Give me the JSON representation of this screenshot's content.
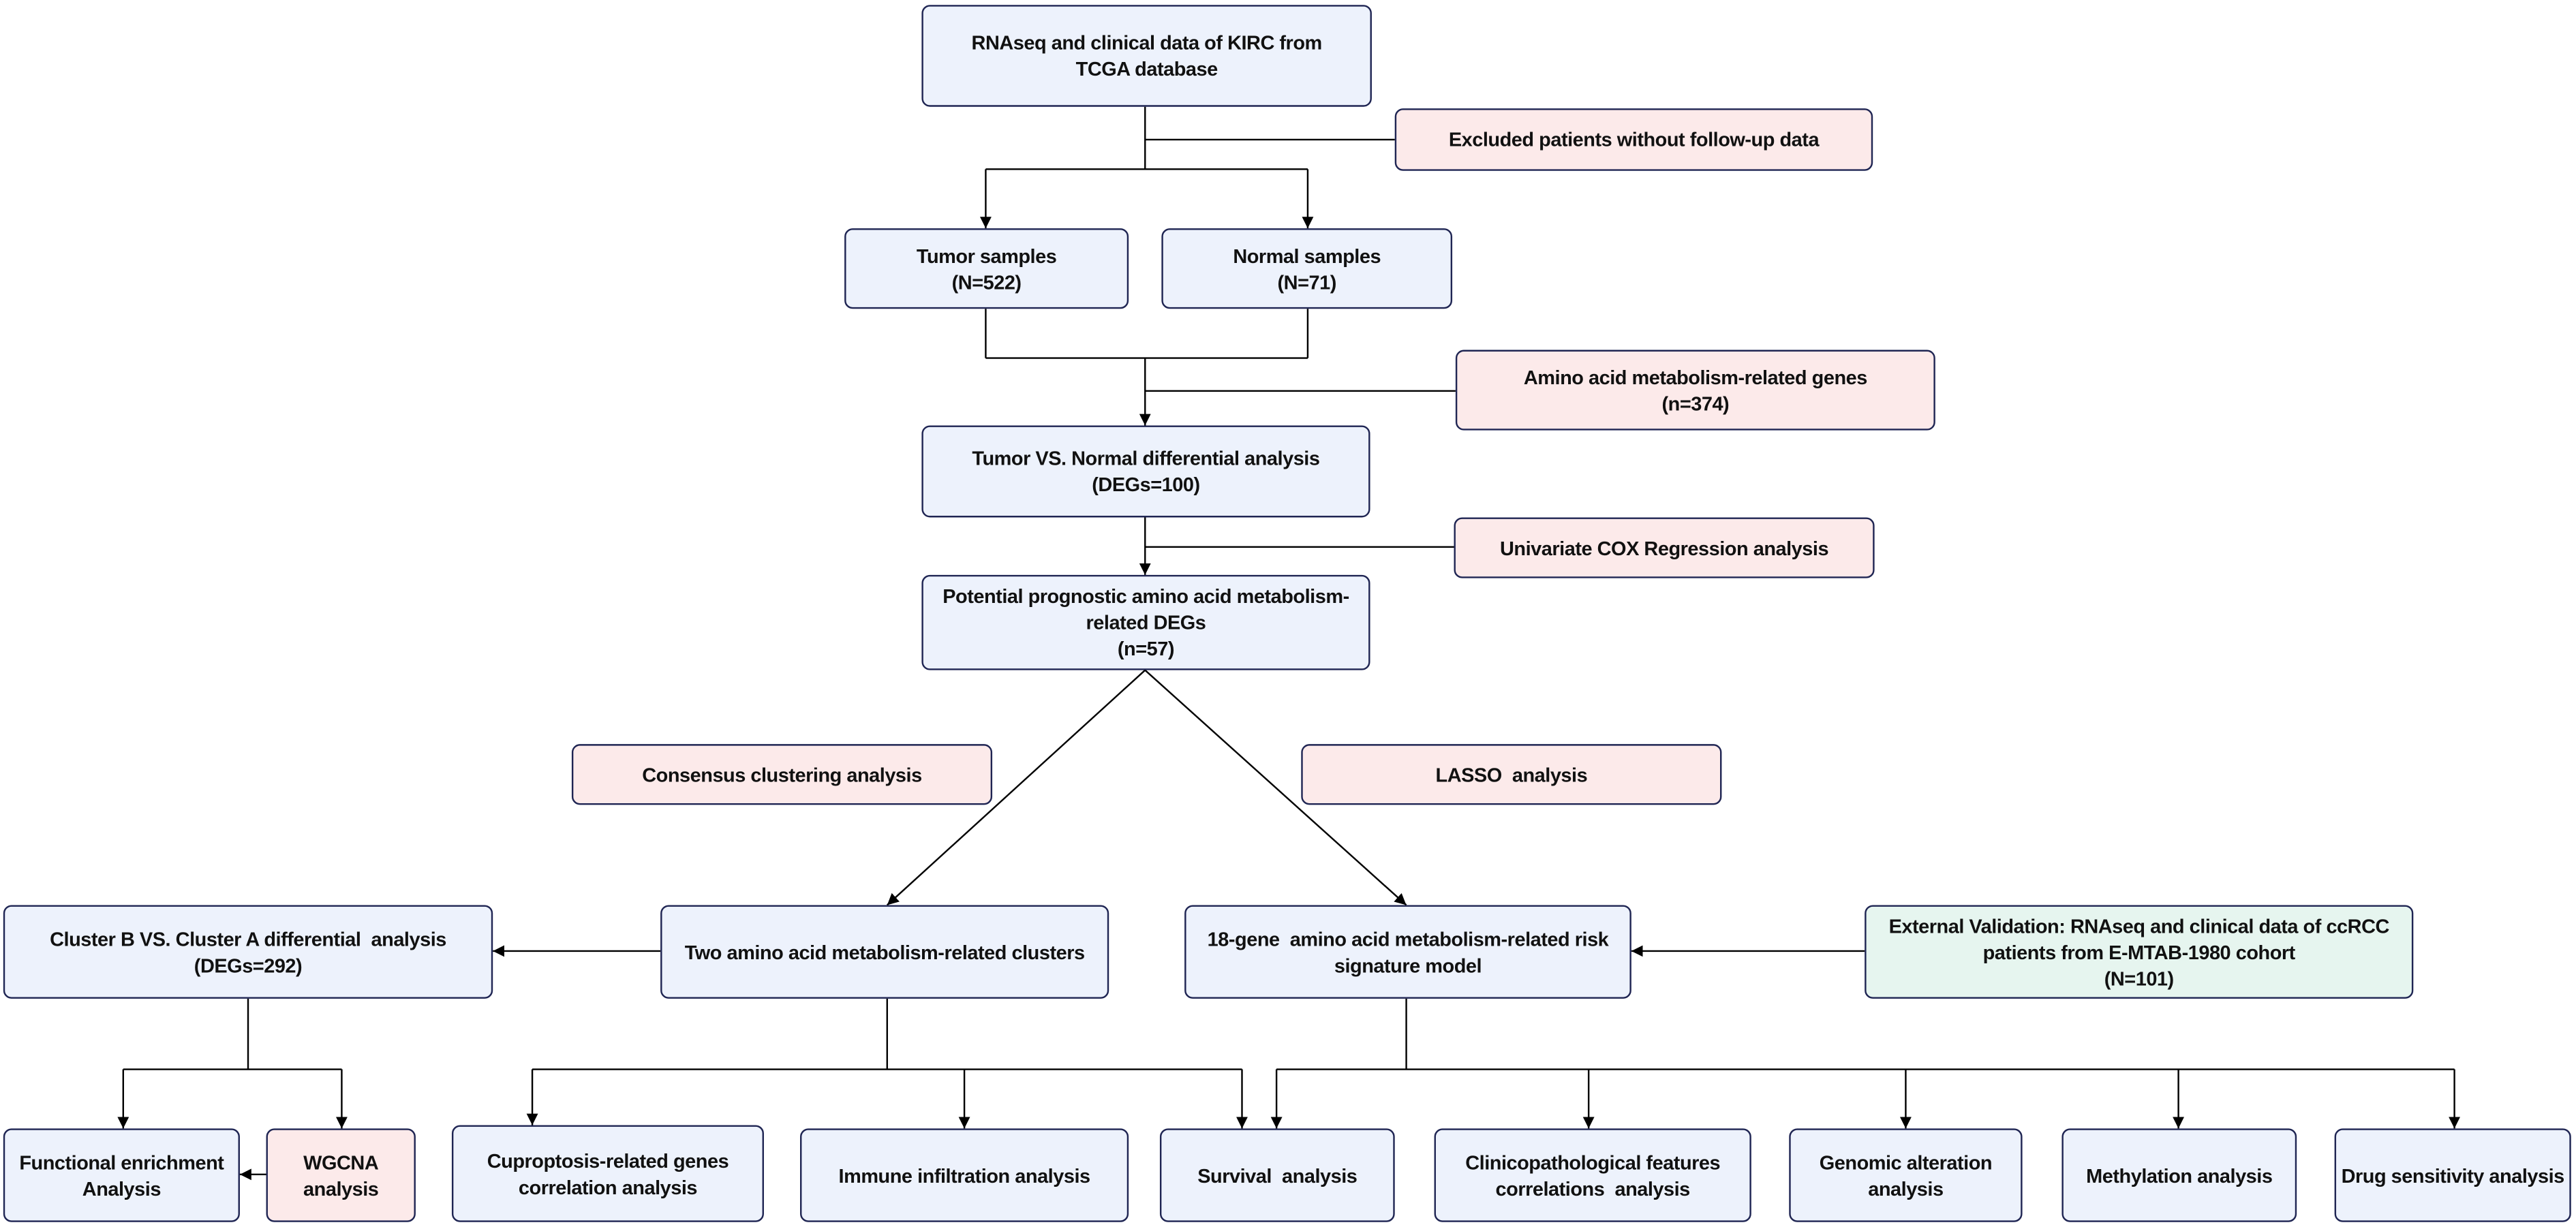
{
  "diagram": {
    "nodes": {
      "tcga_data": {
        "lines": [
          "RNAseq and clinical data of KIRC from",
          "TCGA database"
        ]
      },
      "excluded_patients": {
        "lines": [
          "Excluded patients without follow-up data"
        ]
      },
      "tumor_samples": {
        "lines": [
          "Tumor samples",
          "(N=522)"
        ]
      },
      "normal_samples": {
        "lines": [
          "Normal samples",
          "(N=71)"
        ]
      },
      "amino_acid_genes": {
        "lines": [
          "Amino acid metabolism-related genes",
          "(n=374)"
        ]
      },
      "differential_analysis": {
        "lines": [
          "Tumor VS. Normal differential analysis",
          "(DEGs=100)"
        ]
      },
      "univariate_cox": {
        "lines": [
          "Univariate COX Regression analysis"
        ]
      },
      "prognostic_degs": {
        "lines": [
          "Potential prognostic amino acid metabolism-",
          "related DEGs",
          "(n=57)"
        ]
      },
      "consensus_clustering": {
        "lines": [
          "Consensus clustering analysis"
        ]
      },
      "lasso": {
        "lines": [
          "LASSO  analysis"
        ]
      },
      "cluster_differential": {
        "lines": [
          "Cluster B VS. Cluster A differential  analysis",
          "(DEGs=292)"
        ]
      },
      "two_clusters": {
        "lines": [
          "Two amino acid metabolism-related clusters"
        ]
      },
      "risk_signature": {
        "lines": [
          "18-gene  amino acid metabolism-related risk",
          "signature model"
        ]
      },
      "external_validation": {
        "lines": [
          "External Validation: RNAseq and clinical data of ccRCC",
          "patients from E-MTAB-1980 cohort",
          "(N=101)"
        ]
      },
      "functional_enrichment": {
        "lines": [
          "Functional enrichment",
          "Analysis"
        ]
      },
      "wgcna": {
        "lines": [
          "WGCNA",
          "analysis"
        ]
      },
      "cuproptosis": {
        "lines": [
          "Cuproptosis-related genes",
          "correlation analysis"
        ]
      },
      "immune_infiltration": {
        "lines": [
          "Immune infiltration analysis"
        ]
      },
      "survival": {
        "lines": [
          "Survival  analysis"
        ]
      },
      "clinicopathological": {
        "lines": [
          "Clinicopathological features",
          "correlations  analysis"
        ]
      },
      "genomic_alteration": {
        "lines": [
          "Genomic alteration",
          "analysis"
        ]
      },
      "methylation": {
        "lines": [
          "Methylation analysis"
        ]
      },
      "drug_sensitivity": {
        "lines": [
          "Drug sensitivity analysis"
        ]
      }
    }
  },
  "colors": {
    "process_fill": "#EDF2FC",
    "annotation_fill": "#FCEAEA",
    "validation_fill": "#E6F5EF",
    "border": "#1F2553",
    "connector": "#000000",
    "text": "#111111",
    "page_bg": "#FFFFFF"
  }
}
